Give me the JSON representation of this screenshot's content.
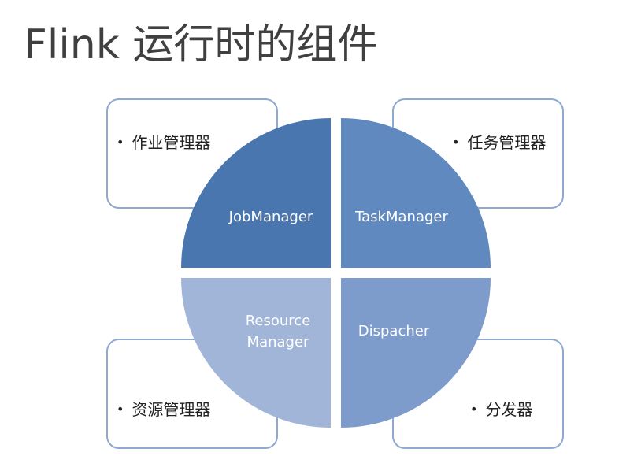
{
  "title": "Flink 运行时的组件",
  "quadrants": [
    {
      "id": "job",
      "label_lines": [
        "JobManager"
      ],
      "desc": "作业管理器",
      "color": "#4a76af"
    },
    {
      "id": "task",
      "label_lines": [
        "TaskManager"
      ],
      "desc": "任务管理器",
      "color": "#6089c0"
    },
    {
      "id": "resource",
      "label_lines": [
        "Resource",
        "Manager"
      ],
      "desc": "资源管理器",
      "color": "#a1b5d8"
    },
    {
      "id": "dispatcher",
      "label_lines": [
        "Dispacher"
      ],
      "desc": "分发器",
      "color": "#7d9bcb"
    }
  ],
  "colors": {
    "card_border": "#8eaad0",
    "title_text": "#404040"
  }
}
